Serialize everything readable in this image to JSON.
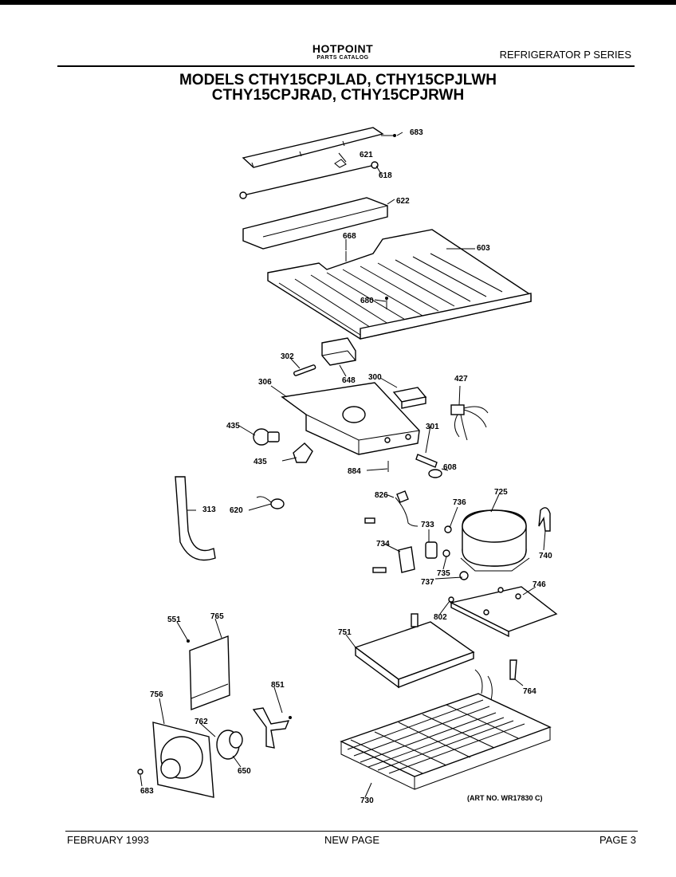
{
  "header": {
    "brand": "HOTPOINT",
    "catalog": "PARTS CATALOG",
    "series": "REFRIGERATOR P SERIES",
    "title_line1": "MODELS CTHY15CPJLAD, CTHY15CPJLWH",
    "title_line2": "CTHY15CPJRAD, CTHY15CPJRWH"
  },
  "diagram": {
    "art_number": "(ART NO. WR17830 C)",
    "callouts": {
      "c683a": "683",
      "c621": "621",
      "c618": "618",
      "c622": "622",
      "c668": "668",
      "c603": "603",
      "c680": "680",
      "c302": "302",
      "c648": "648",
      "c300": "300",
      "c427": "427",
      "c306": "306",
      "c435a": "435",
      "c435b": "435",
      "c301": "301",
      "c884": "884",
      "c608": "608",
      "c313": "313",
      "c620": "620",
      "c826": "826",
      "c736": "736",
      "c725": "725",
      "c733": "733",
      "c734": "734",
      "c735": "735",
      "c737": "737",
      "c740": "740",
      "c746": "746",
      "c802": "802",
      "c751": "751",
      "c551": "551",
      "c765": "765",
      "c756": "756",
      "c762": "762",
      "c851": "851",
      "c764": "764",
      "c650": "650",
      "c683b": "683",
      "c730": "730"
    }
  },
  "footer": {
    "date": "FEBRUARY 1993",
    "note": "NEW PAGE",
    "page": "PAGE 3"
  }
}
